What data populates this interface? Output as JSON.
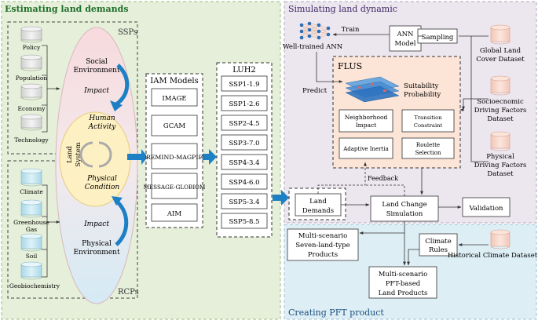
{
  "panels": {
    "estimating": "Estimating land demands",
    "simulating": "Simulating land dynamic",
    "creating": "Creating PFT product"
  },
  "ssps": {
    "label": "SSPs",
    "drivers": [
      "Policy",
      "Population",
      "Economy",
      "Technology"
    ],
    "social_environment": [
      "Social",
      "Environment"
    ],
    "impact": "Impact",
    "human_activity": [
      "Human",
      "Activity"
    ]
  },
  "rcps": {
    "label": "RCPs",
    "drivers": [
      "Climate",
      "Greenhouse",
      "Gas",
      "Soil",
      "Geobiochemistry"
    ],
    "physical_condition": [
      "Physical",
      "Condition"
    ],
    "impact": "Impact",
    "physical_environment": [
      "Physical",
      "Environment"
    ]
  },
  "land_system": [
    "Land",
    "System"
  ],
  "iam": {
    "title": "IAM Models",
    "models": [
      "IMAGE",
      "GCAM",
      "REMIND-MAGPIE",
      "MESSAGE-GLOBIOM",
      "AIM"
    ]
  },
  "luh2": {
    "title": "LUH2",
    "scenarios": [
      "SSP1-1.9",
      "SSP1-2.6",
      "SSP2-4.5",
      "SSP3-7.0",
      "SSP4-3.4",
      "SSP4-6.0",
      "SSP5-3.4",
      "SSP5-8.5"
    ]
  },
  "flus": {
    "title": "FLUS",
    "suitability": [
      "Suitability",
      "Probability"
    ],
    "neighborhood": [
      "Neighborhood",
      "Impact"
    ],
    "transition": [
      "Transition",
      "Constraint"
    ],
    "adaptive": "Adaptive Inertia",
    "roulette": [
      "Roulette",
      "Selection"
    ]
  },
  "ann": {
    "model": [
      "ANN",
      "Model"
    ],
    "trained": "Well-trained ANN",
    "train": "Train",
    "predict": "Predict"
  },
  "sampling": "Sampling",
  "datasets": {
    "global_land_cover": [
      "Global Land",
      "Cover Dataset"
    ],
    "socioeconomic": [
      "Socioecnomic",
      "Driving Factors",
      "Dataset"
    ],
    "physical": [
      "Physical",
      "Driving Factors",
      "Dataset"
    ],
    "historical_climate": "Historical Climate Dataset"
  },
  "flow": {
    "land_demands": [
      "Land",
      "Demands"
    ],
    "land_change_simulation": [
      "Land Change",
      "Simulation"
    ],
    "validation": "Validation",
    "feedback": "Feedback",
    "multi_scenario_products": [
      "Multi-scenario",
      "Seven-land-type",
      "Products"
    ],
    "climate_rules": [
      "Climate",
      "Rules"
    ],
    "pft_products": [
      "Multi-scenario",
      "PFT-based",
      "Land Products"
    ]
  },
  "colors": {
    "panel_left": "#e6efd9",
    "panel_right_top": "#ece6ef",
    "panel_right_bottom": "#ddeef5",
    "flus_bg": "#fce4d6",
    "ellipse_top": "#f6dde0",
    "ellipse_mid": "#fdf2c7",
    "ellipse_bottom": "#d6ebf5",
    "arrow_blue": "#1d7fc4",
    "drum_blue": "#c9e8f2",
    "drum_pink": "#f6dbd0"
  }
}
